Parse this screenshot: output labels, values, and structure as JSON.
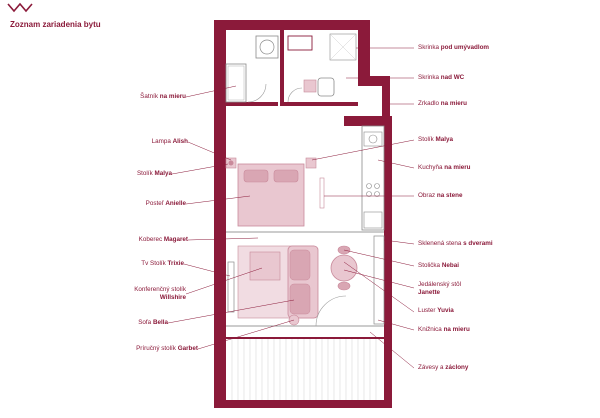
{
  "header": {
    "title": "Zoznam zariadenia bytu",
    "chevron_icon": "double-chevron-icon"
  },
  "colors": {
    "wall": "#8b1a3a",
    "furniture": "#c98a9b",
    "furniture_fill": "#e9c7d0",
    "text": "#8b1a3a",
    "floor_line": "#cfcfcf"
  },
  "labels_left": [
    {
      "normal": "Šatník ",
      "bold": "na mieru"
    },
    {
      "normal": "Lampa ",
      "bold": "Alish"
    },
    {
      "normal": "Stolík ",
      "bold": "Malya"
    },
    {
      "normal": "Posteľ ",
      "bold": "Anielle"
    },
    {
      "normal": "Koberec ",
      "bold": "Magaret"
    },
    {
      "normal": "Tv Stolík ",
      "bold": "Trixie"
    },
    {
      "normal": "Konferenčný stolík",
      "bold": "Willshire"
    },
    {
      "normal": "Sofa ",
      "bold": "Bella"
    },
    {
      "normal": "Príručný stolík ",
      "bold": "Garbet"
    }
  ],
  "labels_right": [
    {
      "normal": "Skrinka ",
      "bold": "pod umývadlom"
    },
    {
      "normal": "Skrinka ",
      "bold": "nad WC"
    },
    {
      "normal": "Zrkadlo ",
      "bold": "na mieru"
    },
    {
      "normal": "Stolík ",
      "bold": "Malya"
    },
    {
      "normal": "Kuchyňa ",
      "bold": "na mieru"
    },
    {
      "normal": "Obraz ",
      "bold": "na stene"
    },
    {
      "normal": "Sklenená stena ",
      "bold": "s dverami"
    },
    {
      "normal": "Stolička ",
      "bold": "Nebai"
    },
    {
      "normal": "Jedálenský stôl",
      "bold": "Janette"
    },
    {
      "normal": "Luster ",
      "bold": "Yuvia"
    },
    {
      "normal": "Knižnica ",
      "bold": "na mieru"
    },
    {
      "normal": "Závesy a ",
      "bold": "záclony"
    }
  ]
}
